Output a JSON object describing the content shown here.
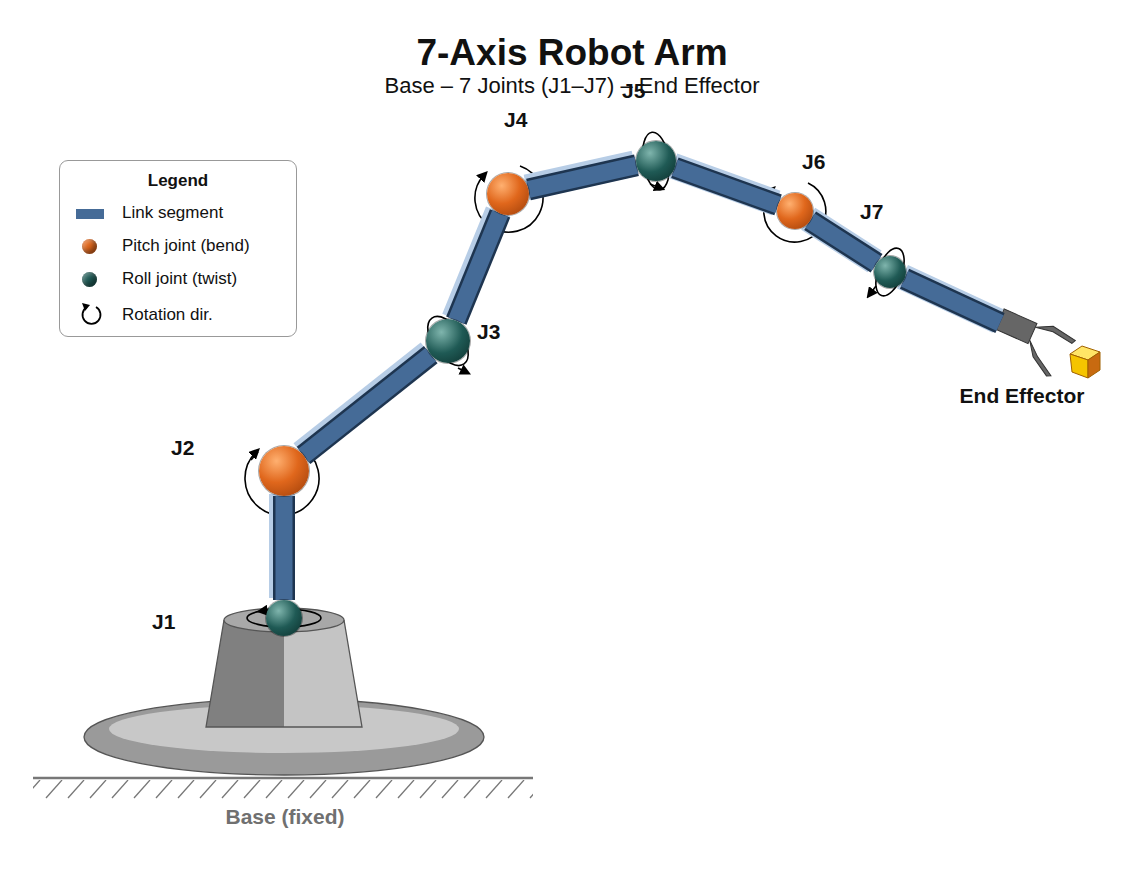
{
  "diagram": {
    "title": "7-Axis Robot Arm",
    "nodes": [
      {
        "text": [
          "Base (fixed)"
        ]
      },
      {
        "text": [
          "J1"
        ]
      },
      {
        "text": [
          "J2"
        ]
      },
      {
        "text": [
          "J3"
        ]
      },
      {
        "text": [
          "J4"
        ]
      },
      {
        "text": [
          "J5"
        ]
      },
      {
        "text": [
          "J6"
        ]
      },
      {
        "text": [
          "J7"
        ]
      },
      {
        "text": [
          "End Effector"
        ]
      }
    ],
    "edges": [
      {
        "from": 1,
        "to": 2,
        "arrow": "none"
      },
      {
        "from": 2,
        "to": 3,
        "arrow": "none"
      },
      {
        "from": 3,
        "to": 4,
        "arrow": "none"
      },
      {
        "from": 4,
        "to": 5,
        "arrow": "none"
      },
      {
        "from": 5,
        "to": 6,
        "arrow": "none"
      },
      {
        "from": 6,
        "to": 7,
        "arrow": "none"
      },
      {
        "from": 7,
        "to": 8,
        "arrow": "none"
      }
    ],
    "labels": [
      "Base – 7 Joints (J1–J7) – End Effector",
      "Legend"
    ],
    "legend": [
      {
        "text": "Link segment",
        "color": "#456b97"
      },
      {
        "text": "Pitch joint (bend)",
        "color": "#e0671c"
      },
      {
        "text": "Roll joint (twist)",
        "color": "#1f5a55"
      },
      {
        "text": "Rotation dir."
      }
    ]
  }
}
